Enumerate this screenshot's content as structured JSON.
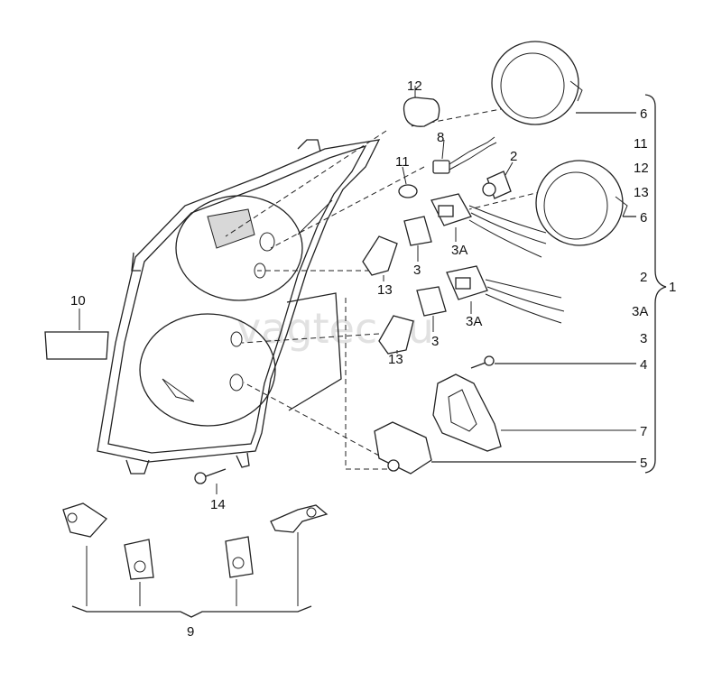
{
  "watermark": "vagtec.ru",
  "callouts": {
    "p1": "1",
    "p2": "2",
    "p3a": "3",
    "p3b": "3",
    "p3A_a": "3A",
    "p3A_b": "3A",
    "p4": "4",
    "p5": "5",
    "p6a": "6",
    "p6b": "6",
    "p7": "7",
    "p8": "8",
    "p9": "9",
    "p10": "10",
    "p11": "11",
    "p12": "12",
    "p13a": "13",
    "p13b": "13",
    "p14": "14"
  },
  "group_list": [
    "6",
    "11",
    "12",
    "13",
    "6",
    "2",
    "3A",
    "3",
    "4",
    "7",
    "5"
  ]
}
